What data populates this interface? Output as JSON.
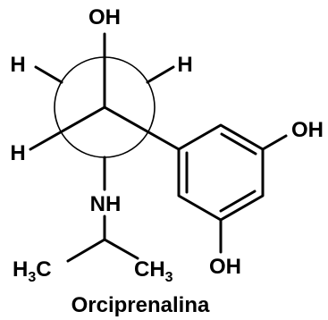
{
  "labels": {
    "top_oh": "OH",
    "h_top_left": "H",
    "h_top_right": "H",
    "h_left": "H",
    "nh": "NH",
    "ring_oh_right": "OH",
    "ring_oh_bottom": "OH",
    "methyl_left_main": "H",
    "methyl_left_sub": "3",
    "methyl_left_tail": "C",
    "methyl_right_main": "CH",
    "methyl_right_sub": "3"
  },
  "caption": "Orciprenalina",
  "colors": {
    "ink": "#000000",
    "background": "#ffffff"
  }
}
